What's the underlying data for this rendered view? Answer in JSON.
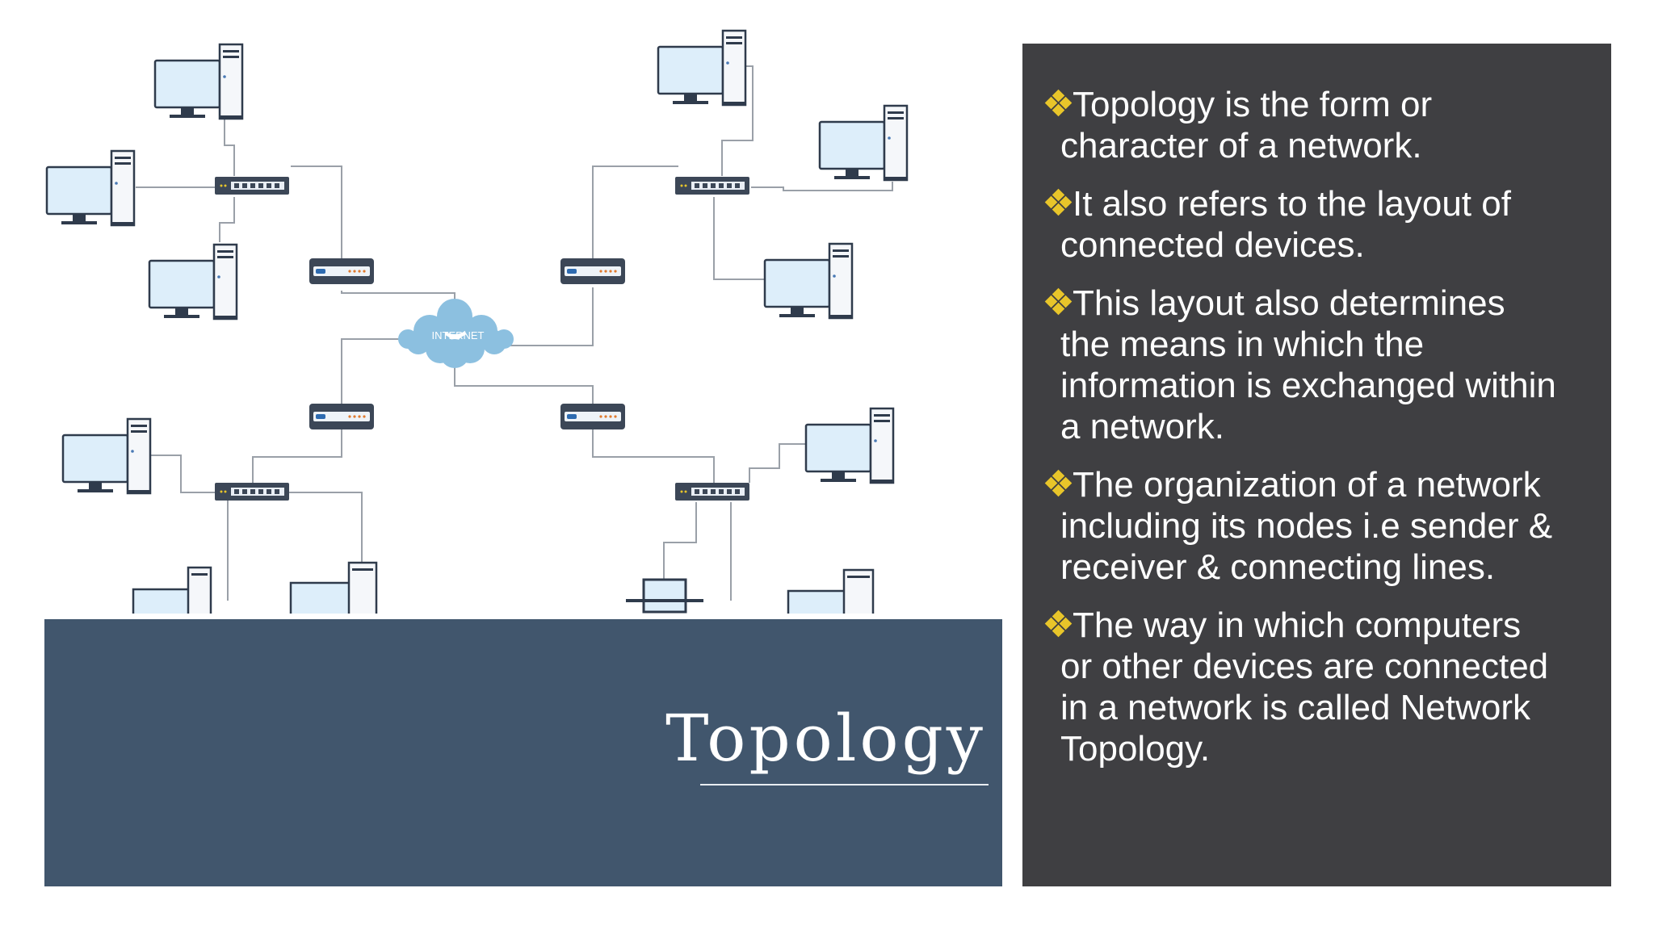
{
  "diagram": {
    "cloud_label": "INTERNET",
    "nodes": [
      {
        "id": "pc1",
        "type": "computer"
      },
      {
        "id": "pc2",
        "type": "computer"
      },
      {
        "id": "pc3",
        "type": "computer"
      },
      {
        "id": "pc4",
        "type": "computer"
      },
      {
        "id": "pc5",
        "type": "computer"
      },
      {
        "id": "pc6",
        "type": "computer"
      },
      {
        "id": "pc7",
        "type": "computer"
      },
      {
        "id": "pc8",
        "type": "computer"
      },
      {
        "id": "switch1",
        "type": "switch"
      },
      {
        "id": "switch2",
        "type": "switch"
      },
      {
        "id": "switch3",
        "type": "switch"
      },
      {
        "id": "switch4",
        "type": "switch"
      },
      {
        "id": "router1",
        "type": "router"
      },
      {
        "id": "router2",
        "type": "router"
      },
      {
        "id": "router3",
        "type": "router"
      },
      {
        "id": "router4",
        "type": "router"
      },
      {
        "id": "internet",
        "type": "cloud"
      }
    ],
    "edges": [
      [
        "pc1",
        "switch1"
      ],
      [
        "pc2",
        "switch1"
      ],
      [
        "pc3",
        "switch1"
      ],
      [
        "switch1",
        "router1"
      ],
      [
        "router1",
        "internet"
      ],
      [
        "pc4",
        "switch2"
      ],
      [
        "pc5",
        "switch2"
      ],
      [
        "pc6",
        "switch2"
      ],
      [
        "switch2",
        "router2"
      ],
      [
        "router2",
        "internet"
      ],
      [
        "internet",
        "router3"
      ],
      [
        "router3",
        "switch3"
      ],
      [
        "pc7",
        "switch3"
      ],
      [
        "internet",
        "router4"
      ],
      [
        "router4",
        "switch4"
      ],
      [
        "pc8",
        "switch4"
      ]
    ]
  },
  "slide": {
    "title": "Topology",
    "bullets": [
      "Topology is the form or character of a network.",
      "It also refers to the layout of connected devices.",
      "This layout also determines the means in which the information is exchanged within a network.",
      "The organization of a network including its nodes i.e sender & receiver & connecting lines.",
      "The way in which computers or other devices are connected in a network is called Network Topology."
    ]
  },
  "colors": {
    "title_panel": "#41566d",
    "text_panel": "#3f3f42",
    "bullet_icon": "#e8c52a",
    "cloud": "#8cc0e0",
    "monitor_screen": "#ddeefa",
    "device_dark": "#3f4a5a"
  }
}
